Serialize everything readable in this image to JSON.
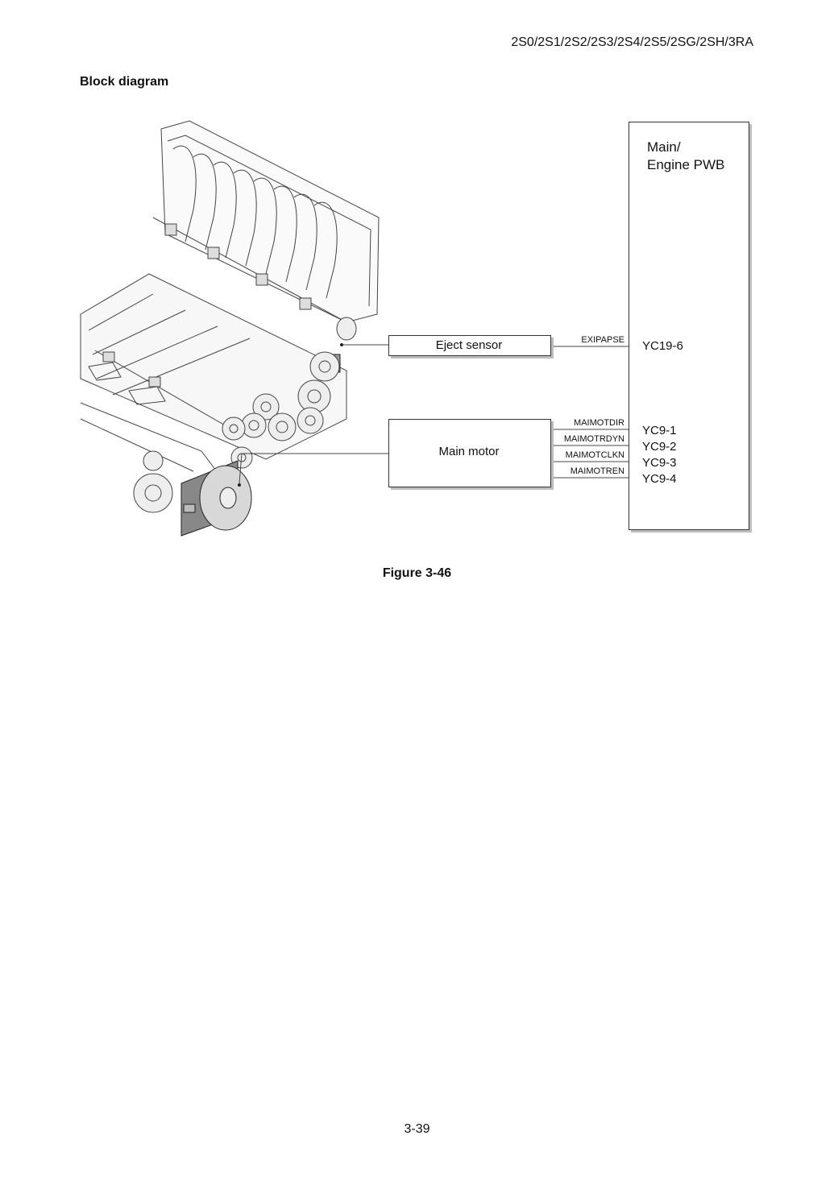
{
  "header": {
    "models": "2S0/2S1/2S2/2S3/2S4/2S5/2SG/2SH/3RA"
  },
  "section": {
    "title": "Block diagram"
  },
  "diagram": {
    "pwb_label": "Main/\nEngine PWB",
    "eject_sensor_label": "Eject sensor",
    "main_motor_label": "Main motor",
    "signals": {
      "eject": "EXIPAPSE",
      "motor": [
        "MAIMOTDIR",
        "MAIMOTRDYN",
        "MAIMOTCLKN",
        "MAIMOTREN"
      ]
    },
    "connectors": {
      "eject": "YC19-6",
      "motor": [
        "YC9-1",
        "YC9-2",
        "YC9-3",
        "YC9-4"
      ]
    }
  },
  "figure": {
    "caption": "Figure 3-46"
  },
  "footer": {
    "page_number": "3-39"
  }
}
